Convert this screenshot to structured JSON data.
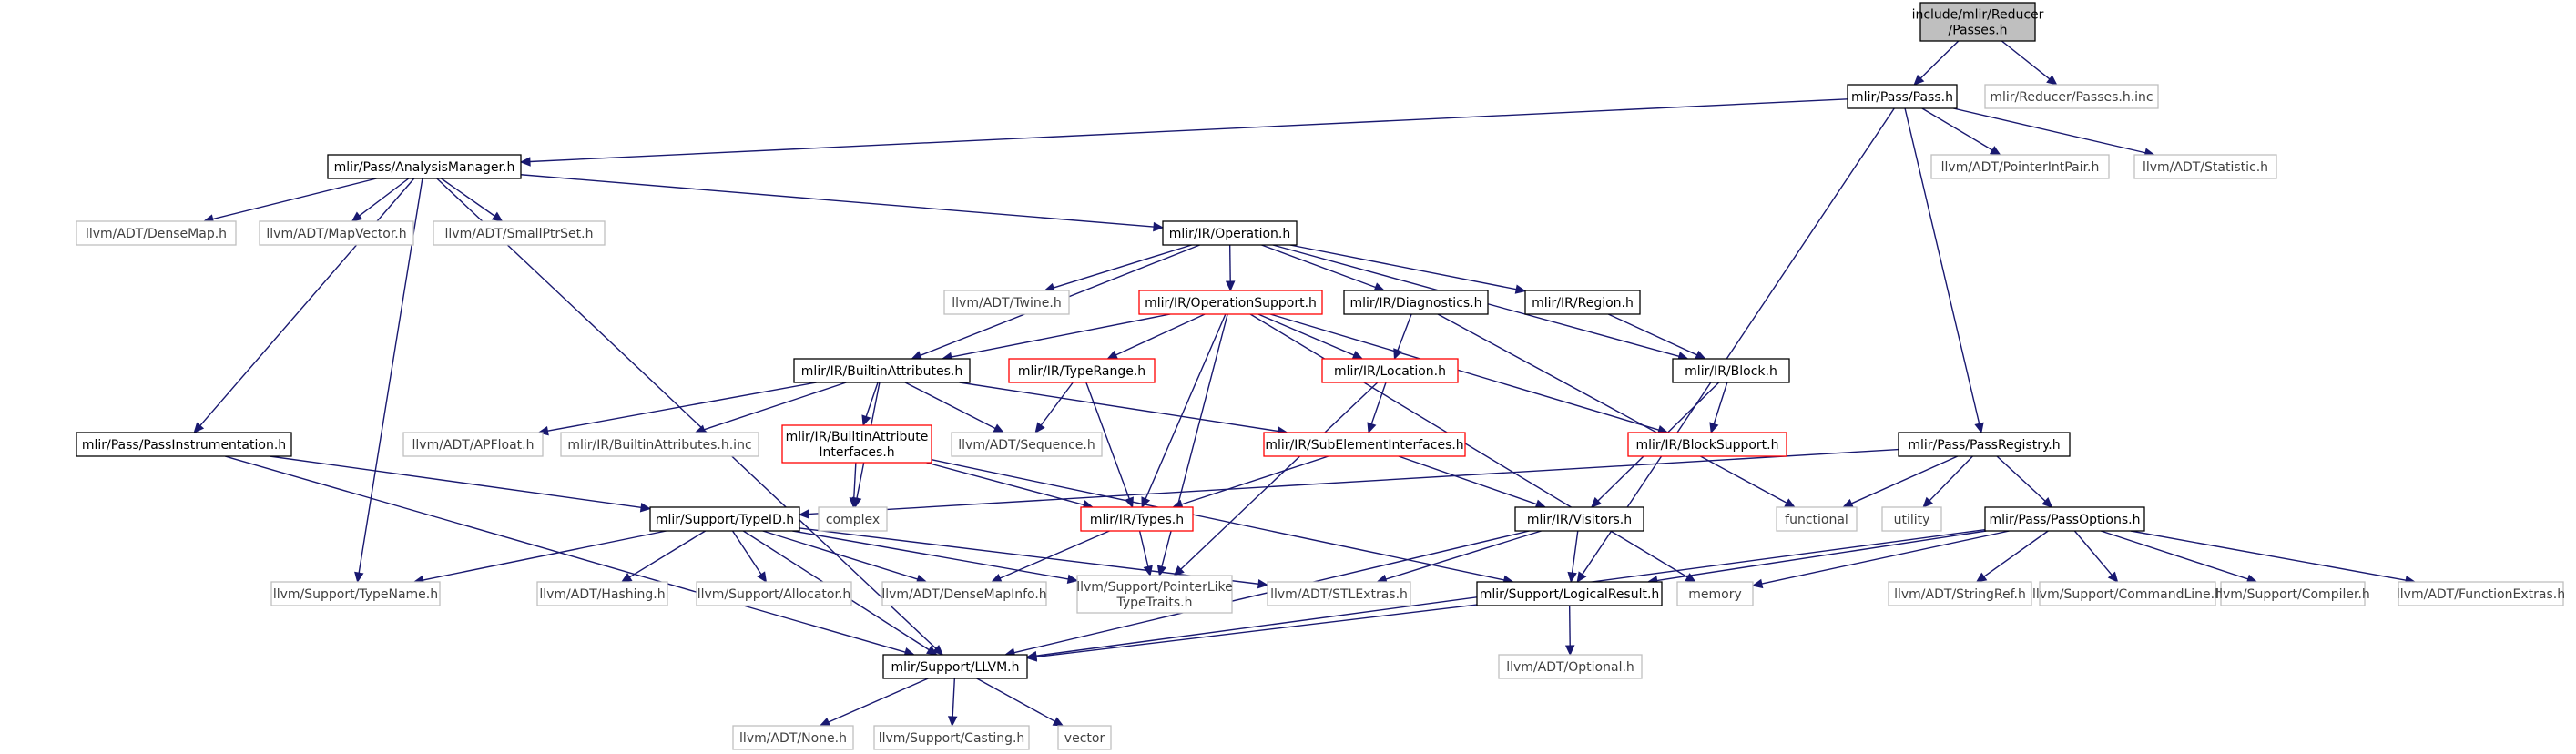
{
  "colors": {
    "edge": "#191970",
    "documented_border": "#000000",
    "undocumented_border": "#bfbfbf",
    "truncated_border": "#ff0000",
    "root_fill": "#bfbfbf",
    "text_dark": "#000000",
    "text_light": "#404040"
  },
  "nodes": {
    "reducer_passes": {
      "lines": [
        "include/mlir/Reducer",
        "/Passes.h"
      ],
      "kind": "root"
    },
    "pass_h": {
      "lines": [
        "mlir/Pass/Pass.h"
      ],
      "kind": "documented"
    },
    "reducer_passes_inc": {
      "lines": [
        "mlir/Reducer/Passes.h.inc"
      ],
      "kind": "undocumented"
    },
    "analysis_manager": {
      "lines": [
        "mlir/Pass/AnalysisManager.h"
      ],
      "kind": "documented"
    },
    "pointer_int_pair": {
      "lines": [
        "llvm/ADT/PointerIntPair.h"
      ],
      "kind": "undocumented"
    },
    "statistic": {
      "lines": [
        "llvm/ADT/Statistic.h"
      ],
      "kind": "undocumented"
    },
    "dense_map": {
      "lines": [
        "llvm/ADT/DenseMap.h"
      ],
      "kind": "undocumented"
    },
    "map_vector": {
      "lines": [
        "llvm/ADT/MapVector.h"
      ],
      "kind": "undocumented"
    },
    "small_ptr_set": {
      "lines": [
        "llvm/ADT/SmallPtrSet.h"
      ],
      "kind": "undocumented"
    },
    "operation": {
      "lines": [
        "mlir/IR/Operation.h"
      ],
      "kind": "documented"
    },
    "twine": {
      "lines": [
        "llvm/ADT/Twine.h"
      ],
      "kind": "undocumented"
    },
    "operation_support": {
      "lines": [
        "mlir/IR/OperationSupport.h"
      ],
      "kind": "truncated"
    },
    "diagnostics": {
      "lines": [
        "mlir/IR/Diagnostics.h"
      ],
      "kind": "documented"
    },
    "region": {
      "lines": [
        "mlir/IR/Region.h"
      ],
      "kind": "documented"
    },
    "builtin_attributes": {
      "lines": [
        "mlir/IR/BuiltinAttributes.h"
      ],
      "kind": "documented"
    },
    "type_range": {
      "lines": [
        "mlir/IR/TypeRange.h"
      ],
      "kind": "truncated"
    },
    "location": {
      "lines": [
        "mlir/IR/Location.h"
      ],
      "kind": "truncated"
    },
    "block": {
      "lines": [
        "mlir/IR/Block.h"
      ],
      "kind": "documented"
    },
    "pass_instrumentation": {
      "lines": [
        "mlir/Pass/PassInstrumentation.h"
      ],
      "kind": "documented"
    },
    "ap_float": {
      "lines": [
        "llvm/ADT/APFloat.h"
      ],
      "kind": "undocumented"
    },
    "builtin_attributes_inc": {
      "lines": [
        "mlir/IR/BuiltinAttributes.h.inc"
      ],
      "kind": "undocumented"
    },
    "builtin_attribute_interfaces": {
      "lines": [
        "mlir/IR/BuiltinAttribute",
        "Interfaces.h"
      ],
      "kind": "truncated"
    },
    "sequence": {
      "lines": [
        "llvm/ADT/Sequence.h"
      ],
      "kind": "undocumented"
    },
    "sub_element_interfaces": {
      "lines": [
        "mlir/IR/SubElementInterfaces.h"
      ],
      "kind": "truncated"
    },
    "block_support": {
      "lines": [
        "mlir/IR/BlockSupport.h"
      ],
      "kind": "truncated"
    },
    "pass_registry": {
      "lines": [
        "mlir/Pass/PassRegistry.h"
      ],
      "kind": "documented"
    },
    "type_id": {
      "lines": [
        "mlir/Support/TypeID.h"
      ],
      "kind": "documented"
    },
    "complex": {
      "lines": [
        "complex"
      ],
      "kind": "undocumented"
    },
    "types": {
      "lines": [
        "mlir/IR/Types.h"
      ],
      "kind": "truncated"
    },
    "visitors": {
      "lines": [
        "mlir/IR/Visitors.h"
      ],
      "kind": "documented"
    },
    "functional": {
      "lines": [
        "functional"
      ],
      "kind": "undocumented"
    },
    "utility": {
      "lines": [
        "utility"
      ],
      "kind": "undocumented"
    },
    "pass_options": {
      "lines": [
        "mlir/Pass/PassOptions.h"
      ],
      "kind": "documented"
    },
    "type_name": {
      "lines": [
        "llvm/Support/TypeName.h"
      ],
      "kind": "undocumented"
    },
    "hashing": {
      "lines": [
        "llvm/ADT/Hashing.h"
      ],
      "kind": "undocumented"
    },
    "allocator": {
      "lines": [
        "llvm/Support/Allocator.h"
      ],
      "kind": "undocumented"
    },
    "dense_map_info": {
      "lines": [
        "llvm/ADT/DenseMapInfo.h"
      ],
      "kind": "undocumented"
    },
    "pointer_like_type_traits": {
      "lines": [
        "llvm/Support/PointerLike",
        "TypeTraits.h"
      ],
      "kind": "undocumented"
    },
    "stl_extras": {
      "lines": [
        "llvm/ADT/STLExtras.h"
      ],
      "kind": "undocumented"
    },
    "logical_result": {
      "lines": [
        "mlir/Support/LogicalResult.h"
      ],
      "kind": "documented"
    },
    "memory": {
      "lines": [
        "memory"
      ],
      "kind": "undocumented"
    },
    "string_ref": {
      "lines": [
        "llvm/ADT/StringRef.h"
      ],
      "kind": "undocumented"
    },
    "command_line": {
      "lines": [
        "llvm/Support/CommandLine.h"
      ],
      "kind": "undocumented"
    },
    "compiler": {
      "lines": [
        "llvm/Support/Compiler.h"
      ],
      "kind": "undocumented"
    },
    "function_extras": {
      "lines": [
        "llvm/ADT/FunctionExtras.h"
      ],
      "kind": "undocumented"
    },
    "llvm_h": {
      "lines": [
        "mlir/Support/LLVM.h"
      ],
      "kind": "documented"
    },
    "optional": {
      "lines": [
        "llvm/ADT/Optional.h"
      ],
      "kind": "undocumented"
    },
    "none": {
      "lines": [
        "llvm/ADT/None.h"
      ],
      "kind": "undocumented"
    },
    "casting": {
      "lines": [
        "llvm/Support/Casting.h"
      ],
      "kind": "undocumented"
    },
    "vector": {
      "lines": [
        "vector"
      ],
      "kind": "undocumented"
    }
  },
  "edges": [
    [
      "reducer_passes",
      "pass_h"
    ],
    [
      "reducer_passes",
      "reducer_passes_inc"
    ],
    [
      "pass_h",
      "analysis_manager"
    ],
    [
      "pass_h",
      "pointer_int_pair"
    ],
    [
      "pass_h",
      "statistic"
    ],
    [
      "pass_h",
      "pass_registry"
    ],
    [
      "pass_h",
      "logical_result"
    ],
    [
      "analysis_manager",
      "dense_map"
    ],
    [
      "analysis_manager",
      "map_vector"
    ],
    [
      "analysis_manager",
      "small_ptr_set"
    ],
    [
      "analysis_manager",
      "operation"
    ],
    [
      "analysis_manager",
      "pass_instrumentation"
    ],
    [
      "analysis_manager",
      "type_name"
    ],
    [
      "analysis_manager",
      "llvm_h"
    ],
    [
      "operation",
      "twine"
    ],
    [
      "operation",
      "operation_support"
    ],
    [
      "operation",
      "diagnostics"
    ],
    [
      "operation",
      "region"
    ],
    [
      "operation",
      "builtin_attributes"
    ],
    [
      "operation",
      "block"
    ],
    [
      "operation_support",
      "builtin_attributes"
    ],
    [
      "operation_support",
      "type_range"
    ],
    [
      "operation_support",
      "location"
    ],
    [
      "operation_support",
      "block_support"
    ],
    [
      "operation_support",
      "types"
    ],
    [
      "operation_support",
      "pointer_like_type_traits"
    ],
    [
      "operation_support",
      "memory"
    ],
    [
      "diagnostics",
      "location"
    ],
    [
      "diagnostics",
      "functional"
    ],
    [
      "region",
      "block"
    ],
    [
      "block",
      "block_support"
    ],
    [
      "block",
      "visitors"
    ],
    [
      "builtin_attributes",
      "ap_float"
    ],
    [
      "builtin_attributes",
      "builtin_attributes_inc"
    ],
    [
      "builtin_attributes",
      "builtin_attribute_interfaces"
    ],
    [
      "builtin_attributes",
      "sequence"
    ],
    [
      "builtin_attributes",
      "sub_element_interfaces"
    ],
    [
      "builtin_attributes",
      "complex"
    ],
    [
      "type_range",
      "sequence"
    ],
    [
      "type_range",
      "types"
    ],
    [
      "location",
      "sub_element_interfaces"
    ],
    [
      "location",
      "pointer_like_type_traits"
    ],
    [
      "builtin_attribute_interfaces",
      "complex"
    ],
    [
      "builtin_attribute_interfaces",
      "types"
    ],
    [
      "builtin_attribute_interfaces",
      "logical_result"
    ],
    [
      "sub_element_interfaces",
      "types"
    ],
    [
      "sub_element_interfaces",
      "visitors"
    ],
    [
      "pass_instrumentation",
      "type_id"
    ],
    [
      "pass_instrumentation",
      "llvm_h"
    ],
    [
      "pass_registry",
      "type_id"
    ],
    [
      "pass_registry",
      "functional"
    ],
    [
      "pass_registry",
      "utility"
    ],
    [
      "pass_registry",
      "pass_options"
    ],
    [
      "type_id",
      "type_name"
    ],
    [
      "type_id",
      "hashing"
    ],
    [
      "type_id",
      "allocator"
    ],
    [
      "type_id",
      "dense_map_info"
    ],
    [
      "type_id",
      "pointer_like_type_traits"
    ],
    [
      "type_id",
      "stl_extras"
    ],
    [
      "type_id",
      "llvm_h"
    ],
    [
      "types",
      "dense_map_info"
    ],
    [
      "types",
      "pointer_like_type_traits"
    ],
    [
      "visitors",
      "stl_extras"
    ],
    [
      "visitors",
      "logical_result"
    ],
    [
      "visitors",
      "llvm_h"
    ],
    [
      "pass_options",
      "logical_result"
    ],
    [
      "pass_options",
      "memory"
    ],
    [
      "pass_options",
      "string_ref"
    ],
    [
      "pass_options",
      "command_line"
    ],
    [
      "pass_options",
      "compiler"
    ],
    [
      "pass_options",
      "function_extras"
    ],
    [
      "pass_options",
      "llvm_h"
    ],
    [
      "logical_result",
      "llvm_h"
    ],
    [
      "logical_result",
      "optional"
    ],
    [
      "llvm_h",
      "none"
    ],
    [
      "llvm_h",
      "casting"
    ],
    [
      "llvm_h",
      "vector"
    ]
  ]
}
